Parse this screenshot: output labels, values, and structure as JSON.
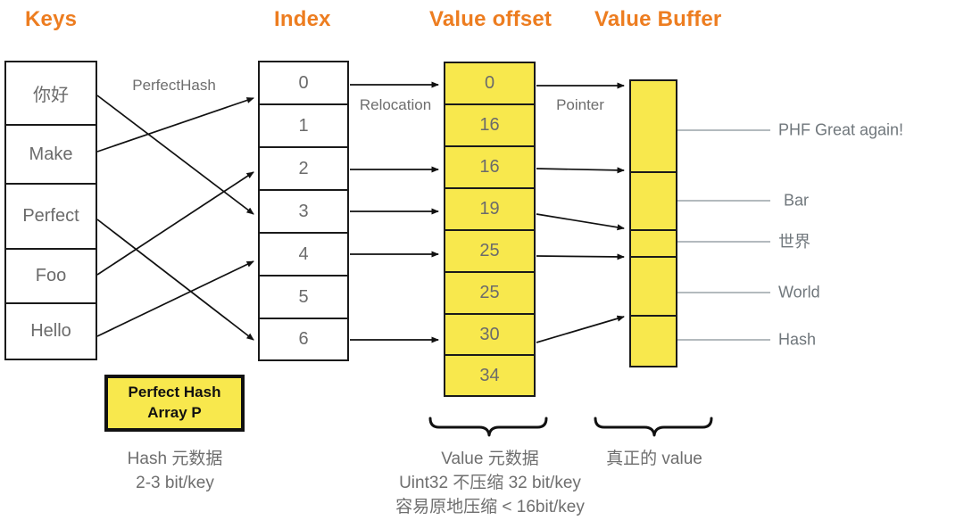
{
  "diagram": {
    "headers": {
      "keys": "Keys",
      "index": "Index",
      "value_offset": "Value offset",
      "value_buffer": "Value Buffer"
    },
    "keys": {
      "cells": [
        "你好",
        "Make",
        "Perfect",
        "Foo",
        "Hello"
      ]
    },
    "index": {
      "cells": [
        "0",
        "1",
        "2",
        "3",
        "4",
        "5",
        "6"
      ]
    },
    "value_offset": {
      "cells": [
        "0",
        "16",
        "16",
        "19",
        "25",
        "25",
        "30",
        "34"
      ]
    },
    "value_buffer": {
      "labels": [
        "PHF Great again!",
        "Bar",
        "世界",
        "World",
        "Hash"
      ]
    },
    "edge_labels": {
      "perfect_hash": "PerfectHash",
      "relocation": "Relocation",
      "pointer": "Pointer"
    },
    "perfect_hash_box": {
      "line1": "Perfect Hash",
      "line2": "Array P"
    },
    "captions": {
      "hash_meta_line1": "Hash 元数据",
      "hash_meta_line2": "2-3 bit/key",
      "value_meta_line1": "Value 元数据",
      "value_meta_line2": "Uint32 不压缩 32 bit/key",
      "value_meta_line3": "容易原地压缩 < 16bit/key",
      "real_value": "真正的 value"
    },
    "mappings": {
      "key_to_index": {
        "你好": 3,
        "Make": 0,
        "Perfect": 6,
        "Foo": 2,
        "Hello": 4
      },
      "index_rows_with_arrows": [
        0,
        2,
        3,
        4,
        6
      ],
      "offset_to_buffer_segment": {
        "0": "PHF Great again!",
        "16": "Bar",
        "19": "世界",
        "25": "World",
        "30": "Hash"
      }
    },
    "colors": {
      "header_orange": "#ED7D20",
      "cell_yellow": "#F8E84D",
      "border_black": "#1a1a1a",
      "text_gray": "#6b6b6b",
      "leader_line_gray": "#9AA4A8"
    }
  }
}
